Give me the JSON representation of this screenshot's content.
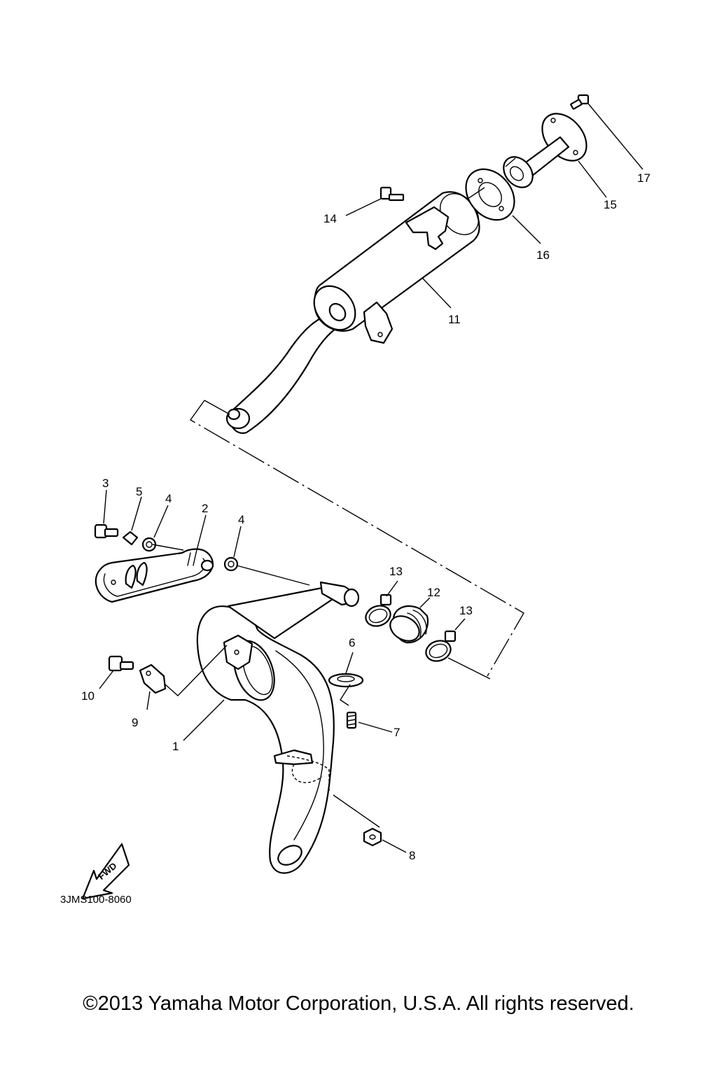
{
  "diagram": {
    "drawing_code": "3JMS100-8060",
    "fwd_label": "FWD",
    "callouts": [
      {
        "id": "c1",
        "label": "1"
      },
      {
        "id": "c2",
        "label": "2"
      },
      {
        "id": "c3",
        "label": "3"
      },
      {
        "id": "c4a",
        "label": "4"
      },
      {
        "id": "c4b",
        "label": "4"
      },
      {
        "id": "c5",
        "label": "5"
      },
      {
        "id": "c6",
        "label": "6"
      },
      {
        "id": "c7",
        "label": "7"
      },
      {
        "id": "c8",
        "label": "8"
      },
      {
        "id": "c9",
        "label": "9"
      },
      {
        "id": "c10",
        "label": "10"
      },
      {
        "id": "c11",
        "label": "11"
      },
      {
        "id": "c12",
        "label": "12"
      },
      {
        "id": "c13a",
        "label": "13"
      },
      {
        "id": "c13b",
        "label": "13"
      },
      {
        "id": "c14",
        "label": "14"
      },
      {
        "id": "c15",
        "label": "15"
      },
      {
        "id": "c16",
        "label": "16"
      },
      {
        "id": "c17",
        "label": "17"
      }
    ]
  },
  "footer": {
    "copyright": "©2013 Yamaha Motor Corporation, U.S.A. All rights reserved."
  }
}
